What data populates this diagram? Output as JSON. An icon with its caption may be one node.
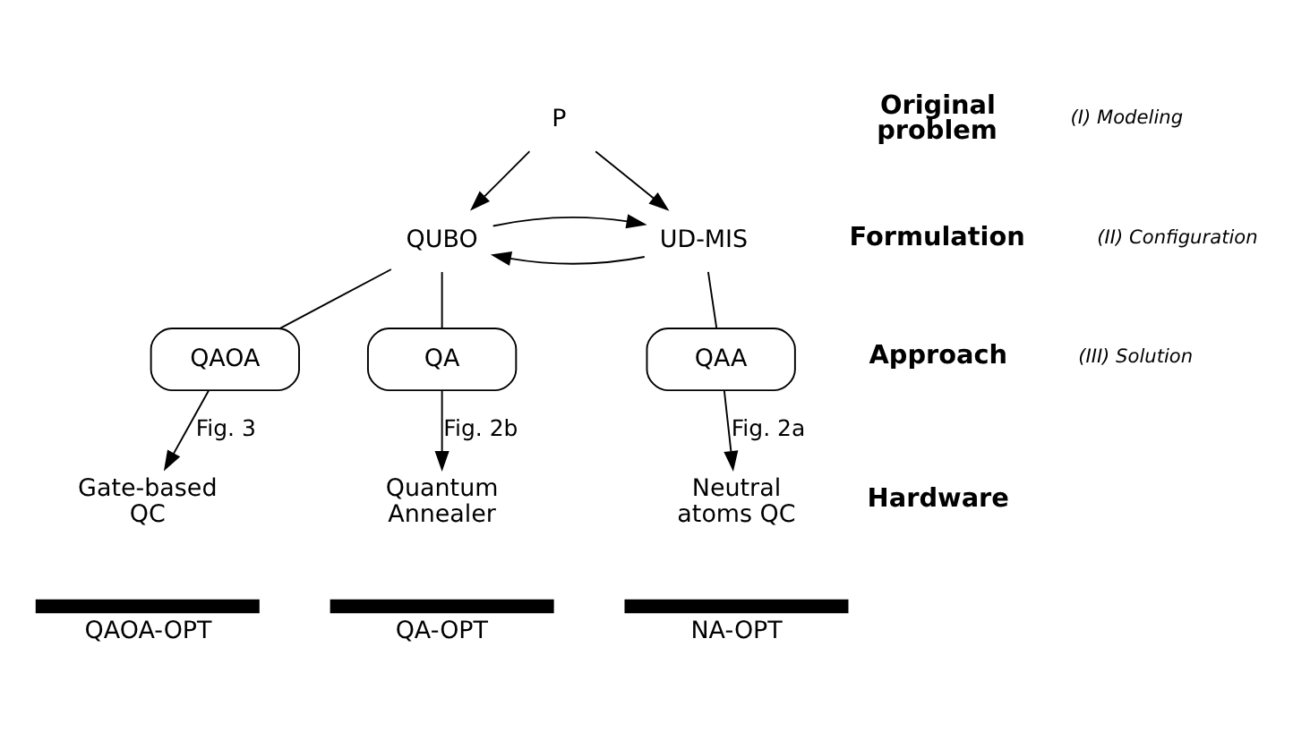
{
  "diagram": {
    "nodes": [
      {
        "text": [
          "P"
        ]
      },
      {
        "text": [
          "UD-MIS"
        ]
      },
      {
        "text": [
          "QUBO"
        ]
      },
      {
        "text": [
          "QAA"
        ]
      },
      {
        "text": [
          "QA"
        ]
      },
      {
        "text": [
          "QAOA"
        ]
      },
      {
        "text": [
          "Neutral atoms QC"
        ]
      },
      {
        "text": [
          "Quantum Annealer"
        ]
      },
      {
        "text": [
          "Gate-based QC"
        ]
      },
      {
        "text": [
          "NA-OPT"
        ]
      },
      {
        "text": [
          "QA-OPT"
        ]
      },
      {
        "text": [
          "QAOA-OPT"
        ]
      }
    ],
    "edges": [
      {
        "from": 0,
        "to": 1,
        "arrow": "to"
      },
      {
        "from": 0,
        "to": 2,
        "arrow": "to"
      },
      {
        "from": 1,
        "to": 2,
        "arrow": "to"
      },
      {
        "from": 2,
        "to": 1,
        "arrow": "to"
      },
      {
        "from": 1,
        "to": 3,
        "arrow": "none"
      },
      {
        "from": 2,
        "to": 4,
        "arrow": "none"
      },
      {
        "from": 2,
        "to": 5,
        "arrow": "none"
      },
      {
        "from": 3,
        "to": 6,
        "arrow": "to",
        "label": "Fig. 2a"
      },
      {
        "from": 4,
        "to": 7,
        "arrow": "to",
        "label": "Fig. 2b"
      },
      {
        "from": 5,
        "to": 8,
        "arrow": "to",
        "label": "Fig. 3"
      }
    ],
    "labels": [
      "Original problem",
      "(I) Modeling",
      "Formulation",
      "(II) Configuration",
      "Approach",
      "(III) Solution",
      "Hardware"
    ]
  }
}
